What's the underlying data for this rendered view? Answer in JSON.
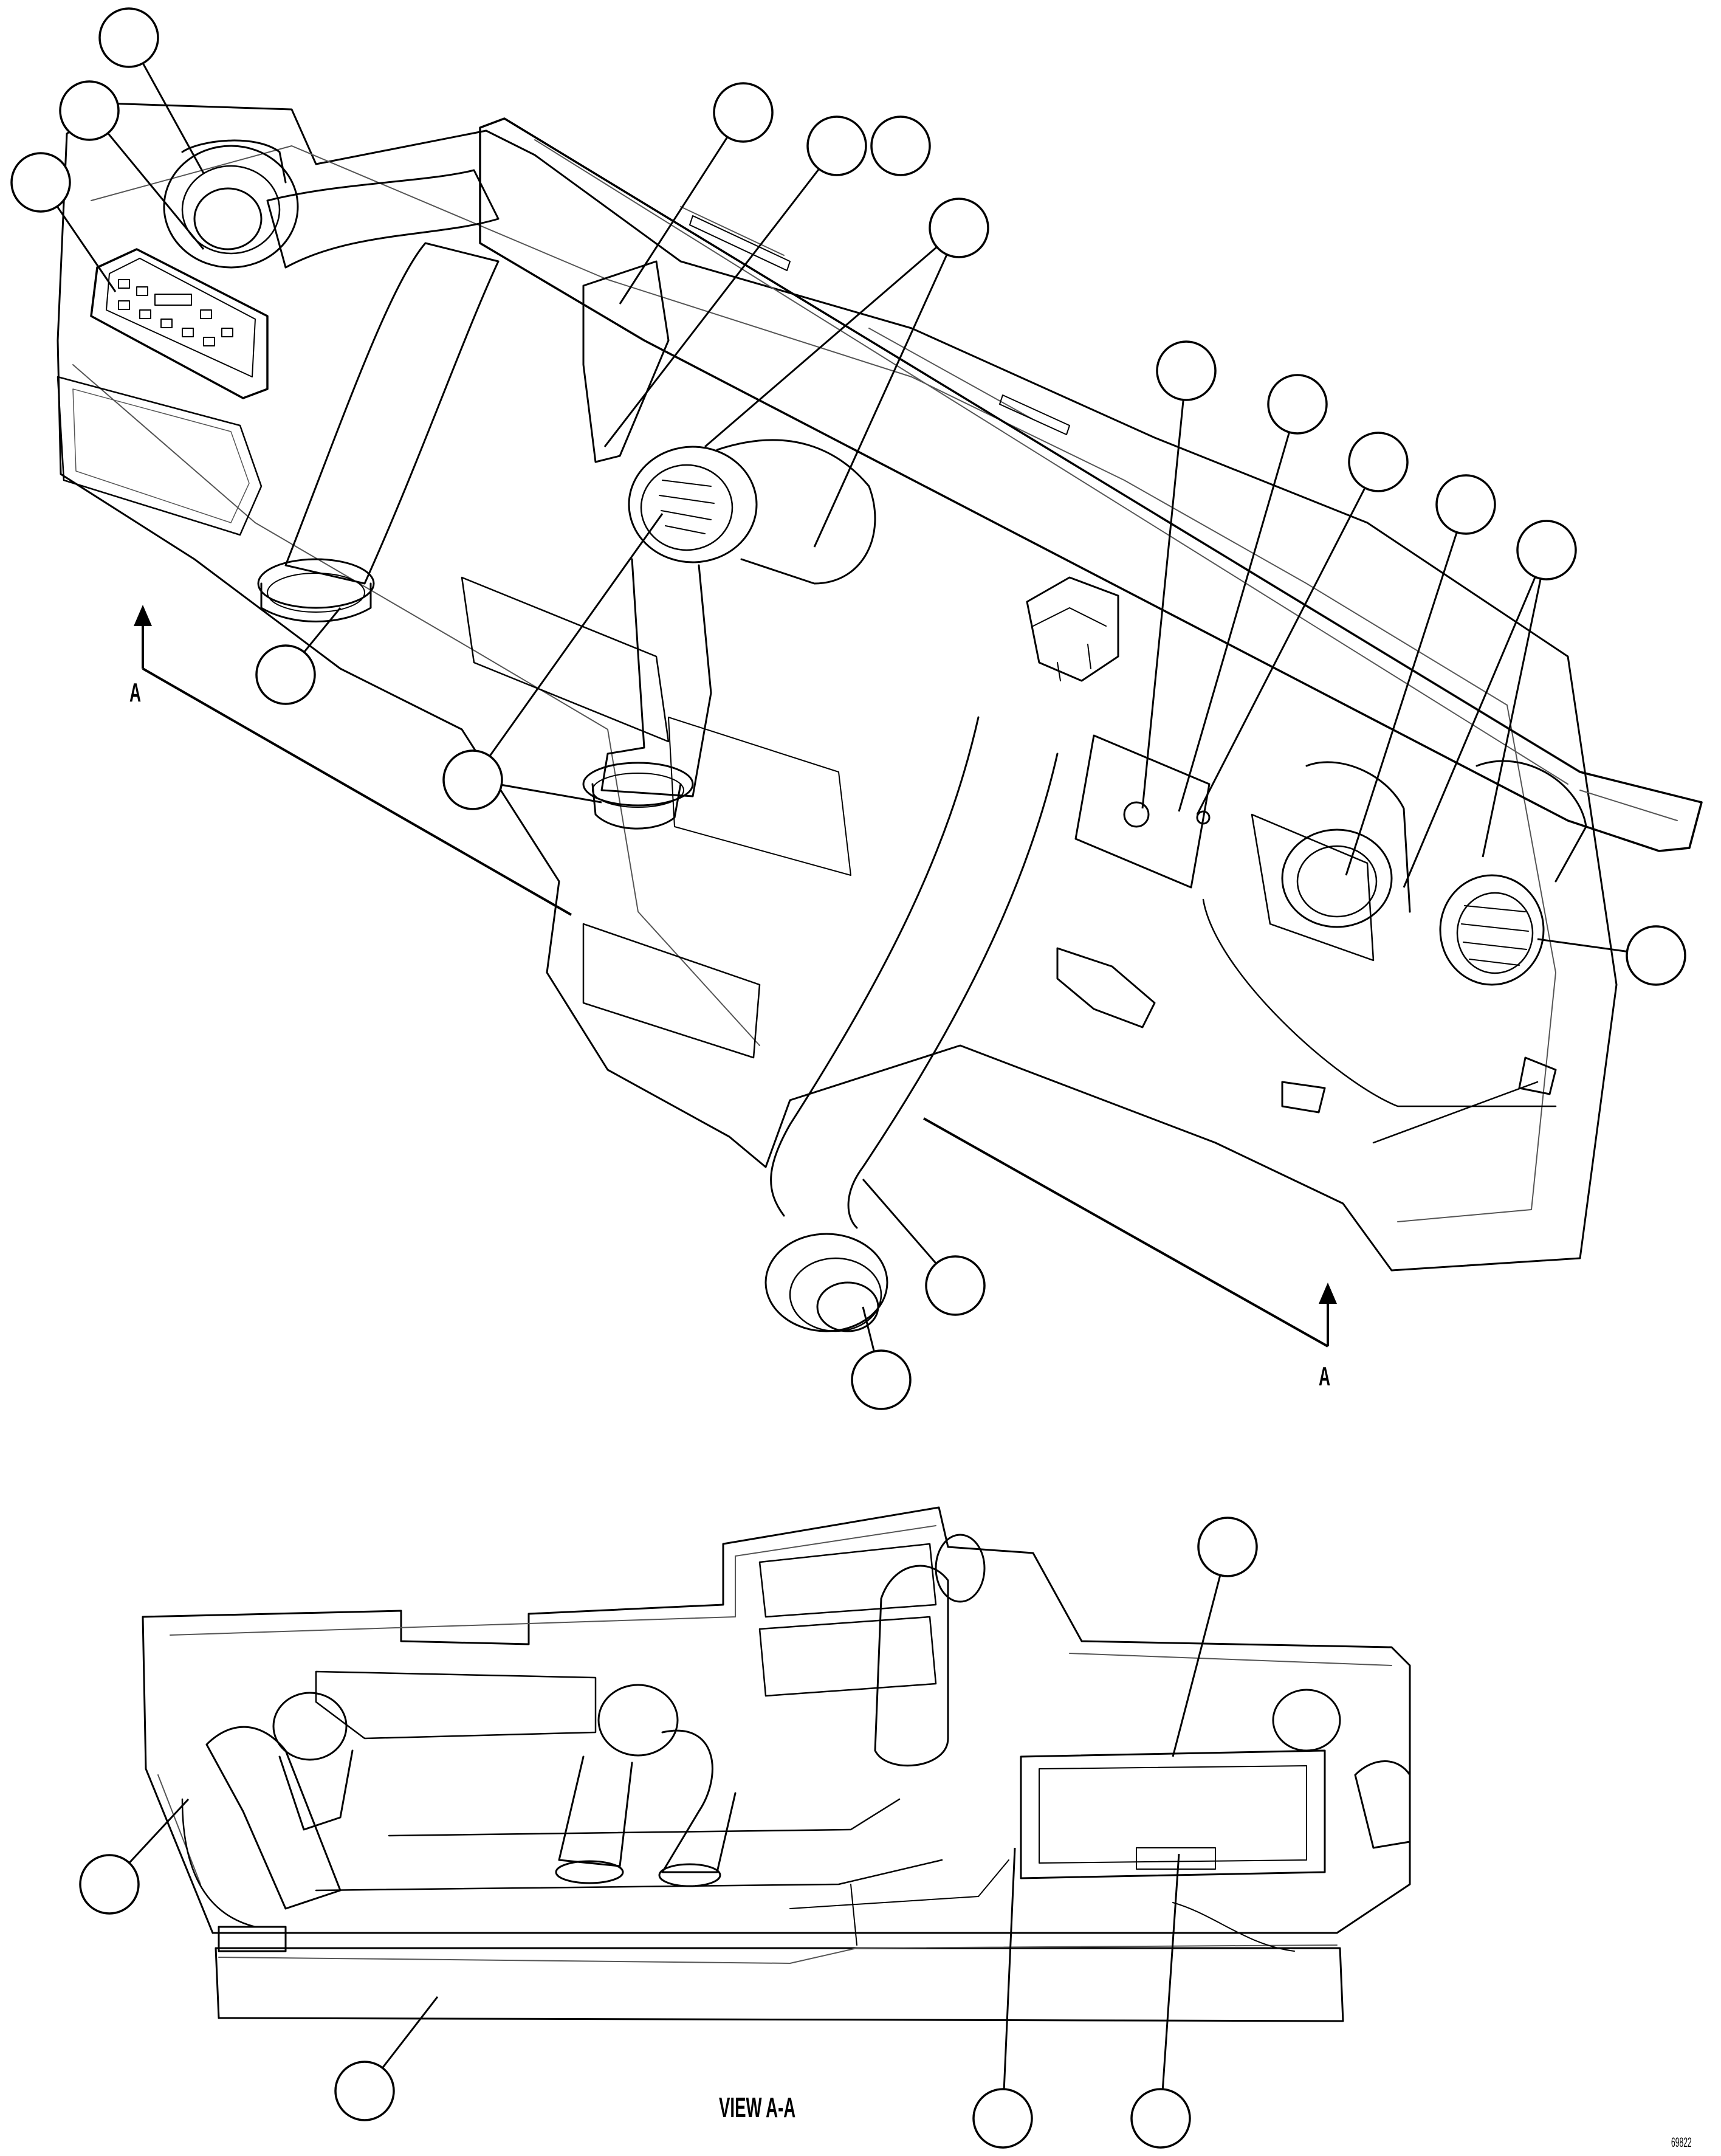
{
  "diagram": {
    "section_marker_label": "A",
    "view_caption": "VIEW A-A",
    "drawing_number": "69822",
    "line_color": "#000000",
    "detail_color": "#555555",
    "background": "#ffffff"
  }
}
